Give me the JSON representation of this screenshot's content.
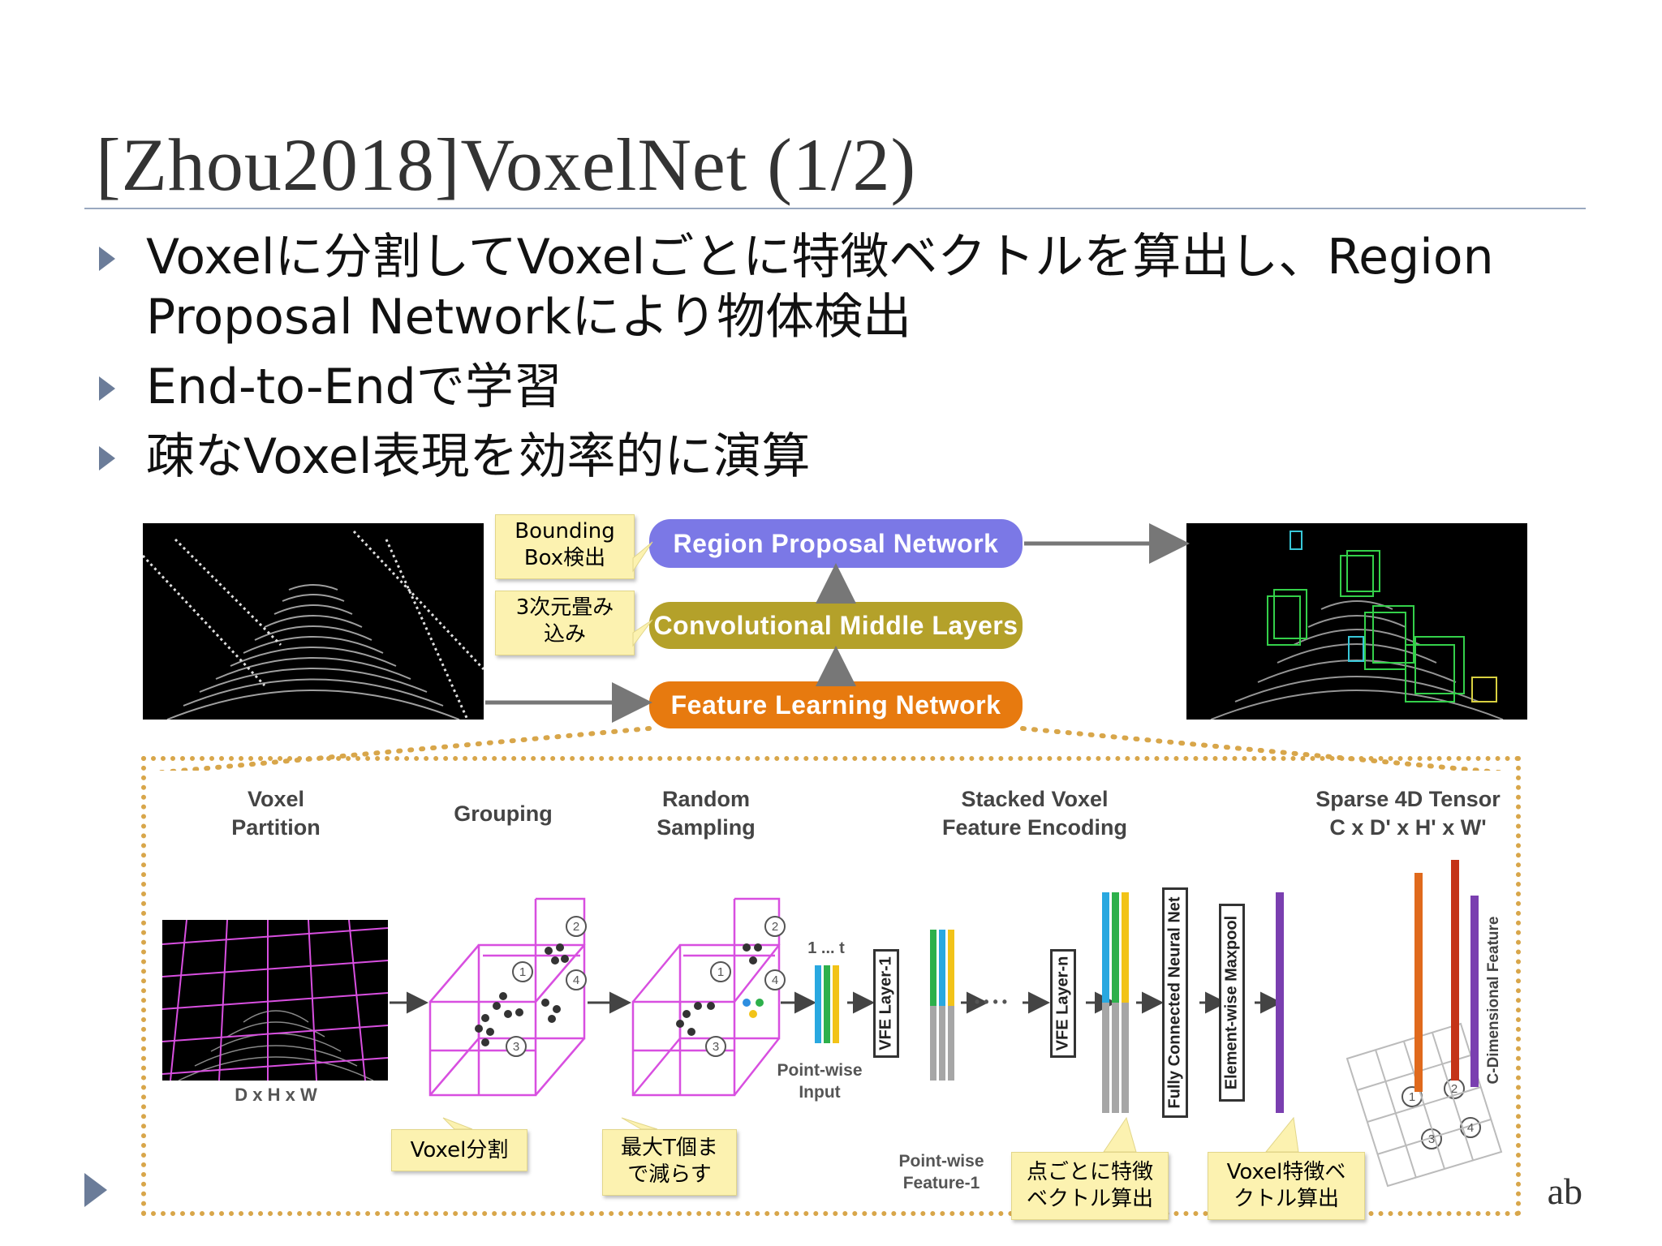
{
  "slide": {
    "title": "[Zhou2018]VoxelNet (1/2)",
    "bullets": [
      "Voxelに分割してVoxelごとに特徴ベクトルを算出し、Region Proposal Networkにより物体検出",
      "End-to-Endで学習",
      "疎なVoxel表現を効率的に演算"
    ],
    "logo_fragment": "ab"
  },
  "pipeline": {
    "rpn": "Region Proposal Network",
    "cml": "Convolutional Middle Layers",
    "fln": "Feature Learning Network",
    "callout_bbox": "Bounding Box検出",
    "callout_bbox_l1": "Bounding",
    "callout_bbox_l2": "Box検出",
    "callout_conv_l1": "3次元畳み",
    "callout_conv_l2": "込み"
  },
  "detail": {
    "voxel_partition_l1": "Voxel",
    "voxel_partition_l2": "Partition",
    "grouping": "Grouping",
    "random_sampling_l1": "Random",
    "random_sampling_l2": "Sampling",
    "svfe_l1": "Stacked Voxel",
    "svfe_l2": "Feature Encoding",
    "sparse_l1": "Sparse 4D Tensor",
    "sparse_l2": "C x D' x H' x W'",
    "dhw": "D x H x W",
    "one_t": "1 ... t",
    "pointwise_input_l1": "Point-wise",
    "pointwise_input_l2": "Input",
    "pointwise_feature_l1": "Point-wise",
    "pointwise_feature_l2": "Feature-1",
    "vfe1": "VFE Layer-1",
    "vfen": "VFE Layer-n",
    "fcnn": "Fully Connected Neural Net",
    "maxpool": "Element-wise Maxpool",
    "cdim": "C-Dimensional Feature",
    "ellipsis": "• • • •",
    "circles": [
      "1",
      "2",
      "3",
      "4"
    ],
    "callout_voxel": "Voxel分割",
    "callout_maxT_l1": "最大T個ま",
    "callout_maxT_l2": "で減らす",
    "callout_point_l1": "点ごとに特徴",
    "callout_point_l2": "ベクトル算出",
    "callout_vfeat_l1": "Voxel特徴ベ",
    "callout_vfeat_l2": "クトル算出"
  },
  "colors": {
    "rpn": "#7b78e6",
    "cml": "#b4a12a",
    "fln": "#e77a0f",
    "callout": "#fcf2b0",
    "dotted_border": "#d8a64a",
    "voxel_grid": "#d84fe0",
    "bar_blue": "#29a8e0",
    "bar_green": "#2db04b",
    "bar_yellow": "#f2c318",
    "bar_gray": "#a6a6a6",
    "bar_purple": "#7a3fb0",
    "bar_orange": "#e06a1d",
    "bar_red": "#c43318"
  }
}
